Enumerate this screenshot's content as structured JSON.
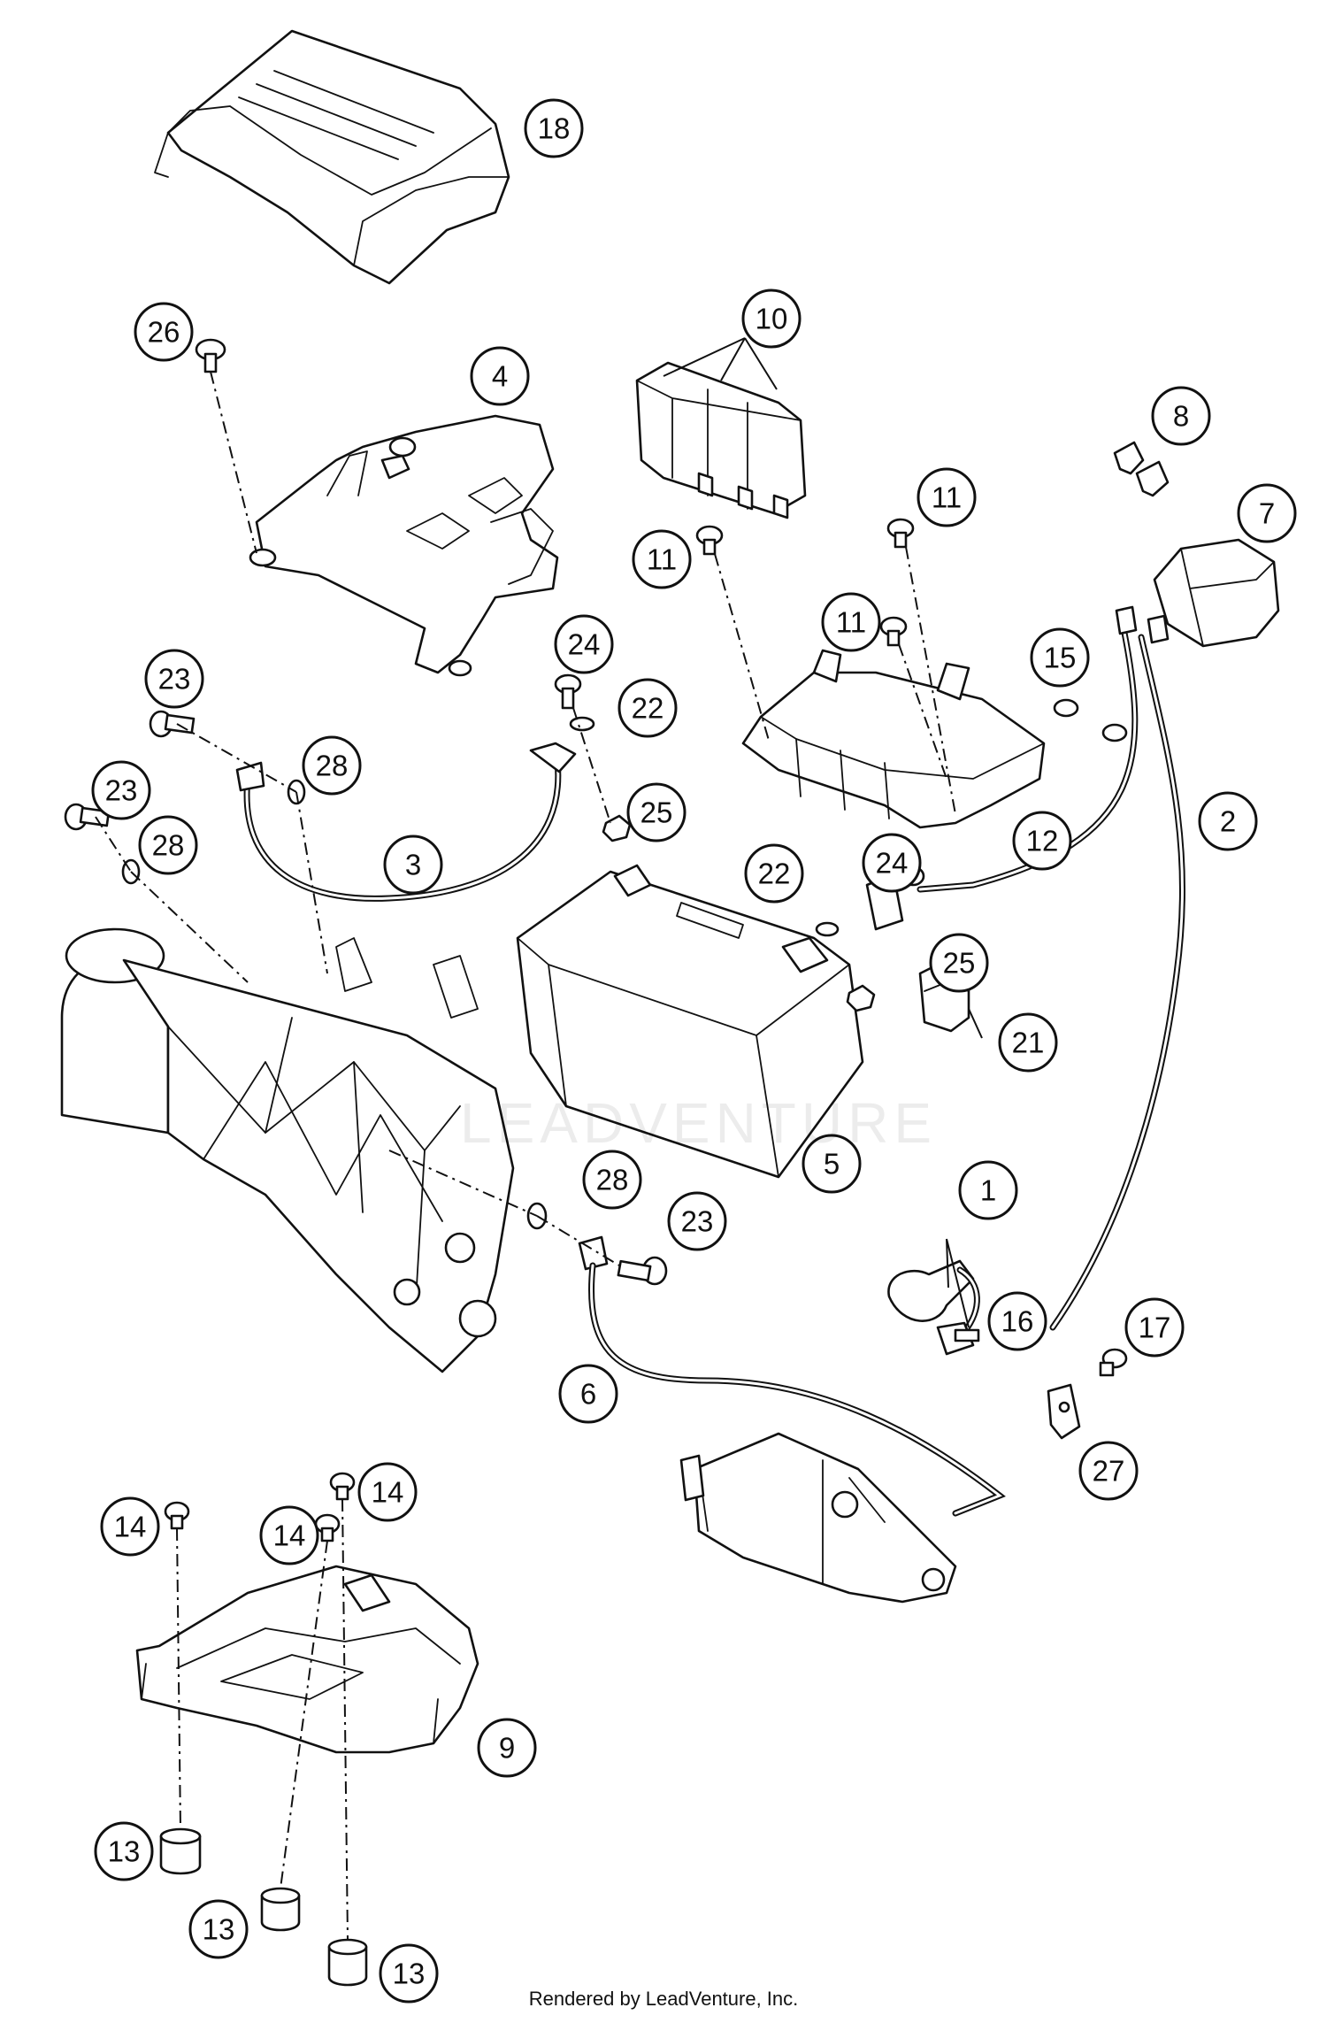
{
  "callouts": [
    {
      "label": "18"
    },
    {
      "label": "26"
    },
    {
      "label": "4"
    },
    {
      "label": "10"
    },
    {
      "label": "8"
    },
    {
      "label": "7"
    },
    {
      "label": "11"
    },
    {
      "label": "11"
    },
    {
      "label": "11"
    },
    {
      "label": "15"
    },
    {
      "label": "2"
    },
    {
      "label": "12"
    },
    {
      "label": "24"
    },
    {
      "label": "22"
    },
    {
      "label": "25"
    },
    {
      "label": "23"
    },
    {
      "label": "28"
    },
    {
      "label": "23"
    },
    {
      "label": "28"
    },
    {
      "label": "3"
    },
    {
      "label": "22"
    },
    {
      "label": "24"
    },
    {
      "label": "25"
    },
    {
      "label": "21"
    },
    {
      "label": "5"
    },
    {
      "label": "28"
    },
    {
      "label": "23"
    },
    {
      "label": "6"
    },
    {
      "label": "1"
    },
    {
      "label": "16"
    },
    {
      "label": "17"
    },
    {
      "label": "27"
    },
    {
      "label": "14"
    },
    {
      "label": "14"
    },
    {
      "label": "14"
    },
    {
      "label": "9"
    },
    {
      "label": "13"
    },
    {
      "label": "13"
    },
    {
      "label": "13"
    }
  ],
  "watermark": "LEADVENTURE",
  "footer": "Rendered by LeadVenture, Inc."
}
